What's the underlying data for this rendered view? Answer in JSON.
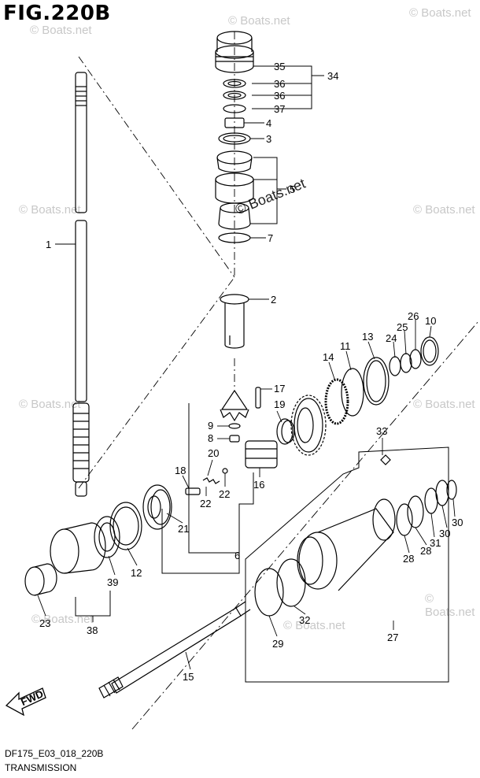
{
  "figure": {
    "title": "FIG.220B",
    "code": "DF175_E03_018_220B",
    "name": "TRANSMISSION",
    "fwd_label": "FWD"
  },
  "watermark": {
    "text": "© Boats.net",
    "prominent": "© Boats.net"
  },
  "callouts": [
    "1",
    "2",
    "3",
    "4",
    "5",
    "6",
    "7",
    "8",
    "9",
    "10",
    "11",
    "12",
    "13",
    "14",
    "15",
    "16",
    "17",
    "18",
    "19",
    "20",
    "21",
    "22",
    "22",
    "23",
    "24",
    "25",
    "26",
    "27",
    "28",
    "28",
    "29",
    "30",
    "30",
    "31",
    "32",
    "33",
    "34",
    "35",
    "36",
    "36",
    "37",
    "38",
    "39"
  ]
}
